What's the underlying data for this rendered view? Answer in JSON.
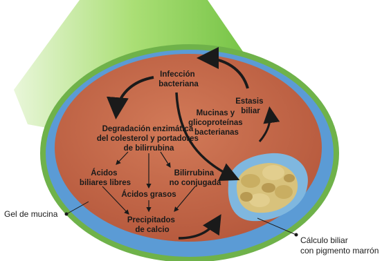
{
  "diagram": {
    "nodes": {
      "infeccion": [
        "Infección",
        "bacteriana"
      ],
      "estasis": [
        "Estasis",
        "biliar"
      ],
      "mucinas": [
        "Mucinas y",
        "glicoproteínas",
        "bacterianas"
      ],
      "degradacion": [
        "Degradación enzimática",
        "del colesterol y portadores",
        "de bilirrubina"
      ],
      "acidos_biliares": [
        "Ácidos",
        "biliares libres"
      ],
      "bilirrubina": [
        "Bilirrubina",
        "no conjugada"
      ],
      "acidos_grasos": [
        "Ácidos grasos"
      ],
      "precipitados": [
        "Precipitados",
        "de calcio"
      ]
    },
    "callouts": {
      "gel": "Gel de mucina",
      "calculo": [
        "Cálculo biliar",
        "con pigmento marrón"
      ]
    },
    "colors": {
      "tube": "#8fcf5a",
      "wall": "#6fb24a",
      "lumen": "#5b9bd5",
      "bile": "#c0684a",
      "stone": "#d8c27c",
      "arrow": "#1a1a1a"
    }
  }
}
